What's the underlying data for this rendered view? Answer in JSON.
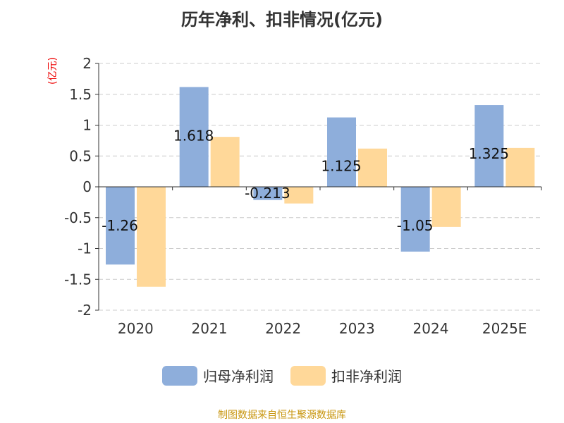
{
  "chart_data": {
    "type": "bar",
    "title": "历年净利、扣非情况(亿元)",
    "ylabel": "(亿元)",
    "categories": [
      "2020",
      "2021",
      "2022",
      "2023",
      "2024",
      "2025E"
    ],
    "ylim": [
      -2,
      2
    ],
    "yticks": [
      "2",
      "1.5",
      "1",
      "0.5",
      "0",
      "-0.5",
      "-1",
      "-1.5",
      "-2"
    ],
    "series": [
      {
        "name": "归母净利润",
        "color": "#8eaedb",
        "values": [
          -1.26,
          1.618,
          -0.213,
          1.125,
          -1.05,
          1.325
        ],
        "labels": [
          "-1.26",
          "1.618",
          "-0.213",
          "1.125",
          "-1.05",
          "1.325"
        ]
      },
      {
        "name": "扣非净利润",
        "color": "#ffd899",
        "values": [
          -1.62,
          0.81,
          -0.27,
          0.62,
          -0.65,
          0.63
        ]
      }
    ],
    "grid": true,
    "legend": "bottom"
  },
  "source": "制图数据来自恒生聚源数据库"
}
